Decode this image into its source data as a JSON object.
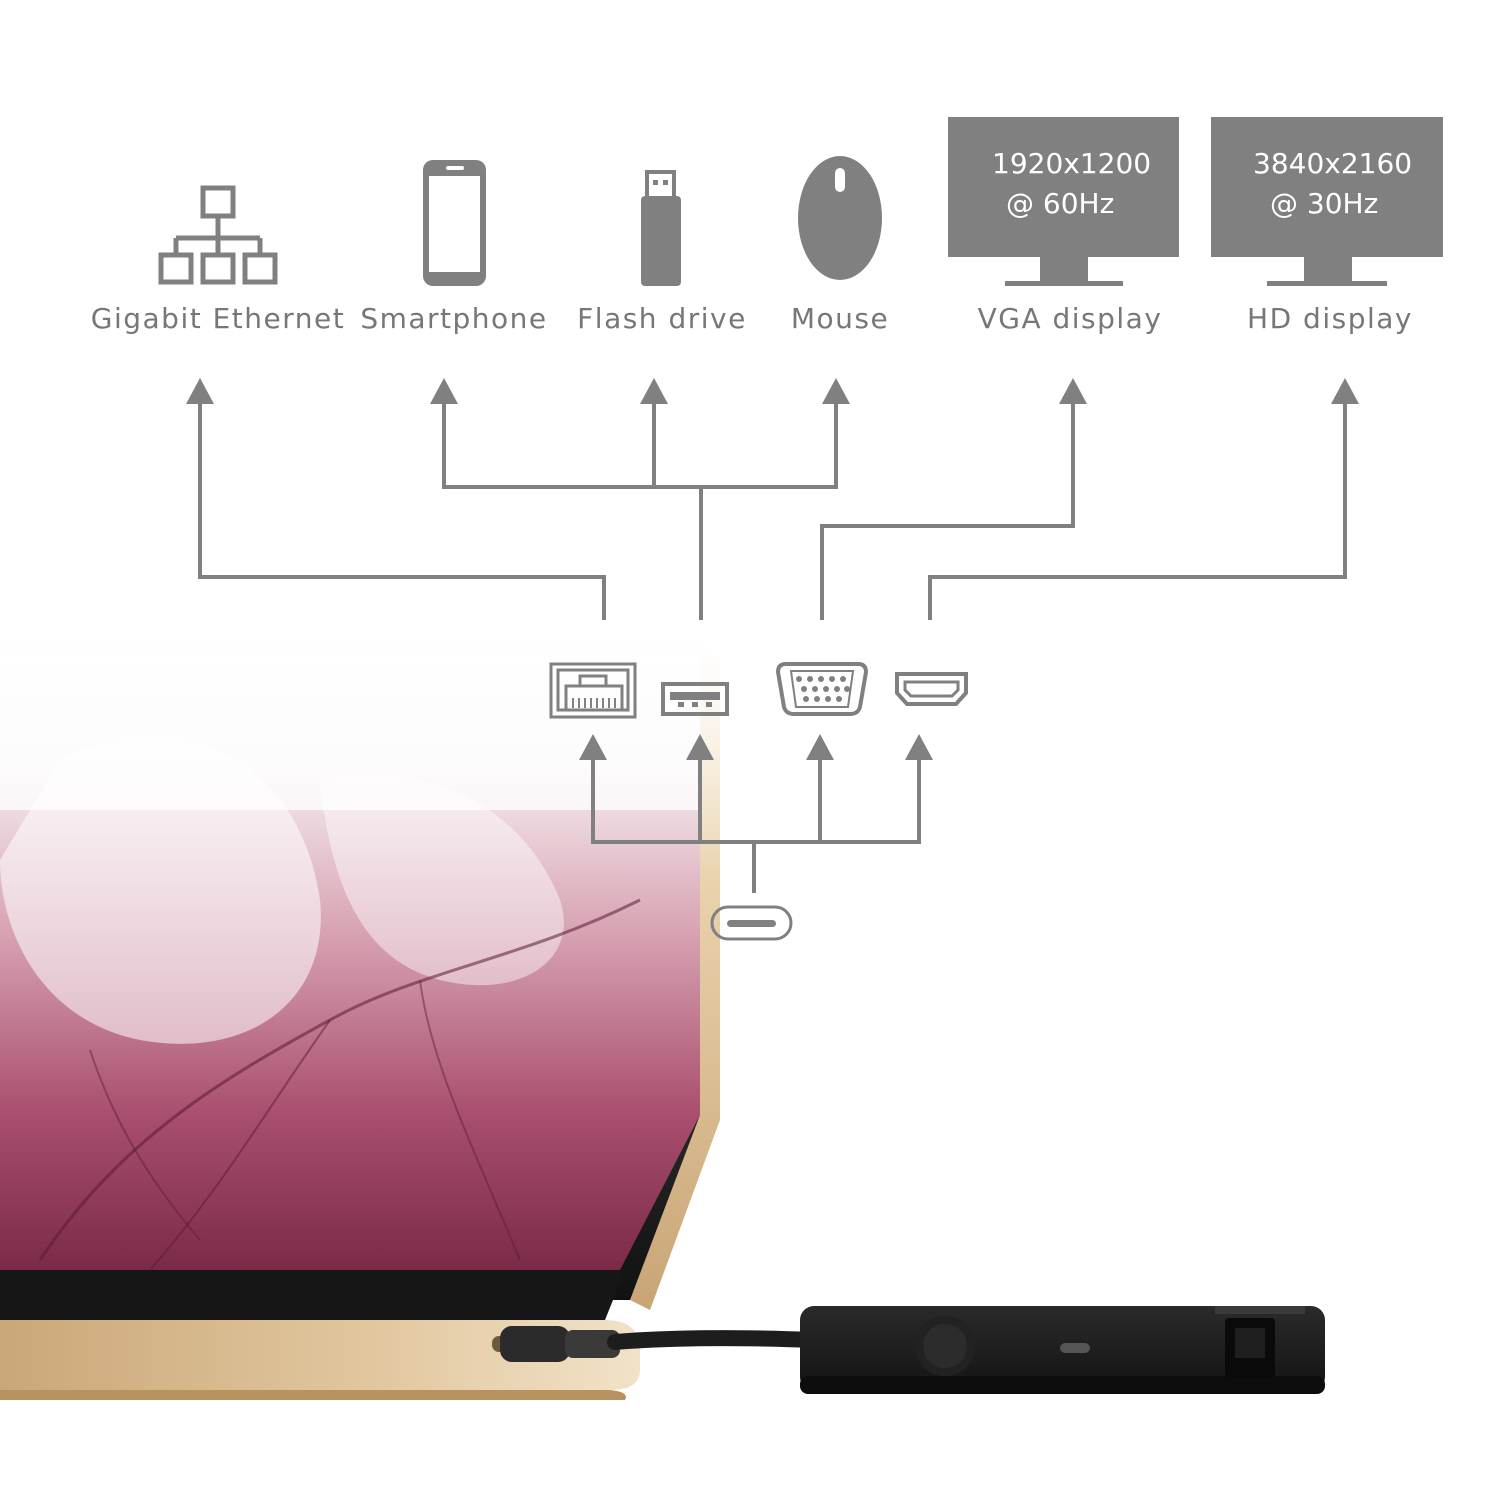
{
  "devices": [
    {
      "label": "Gigabit Ethernet",
      "icon": "network-icon"
    },
    {
      "label": "Smartphone",
      "icon": "smartphone-icon"
    },
    {
      "label": "Flash drive",
      "icon": "usb-flash-drive-icon"
    },
    {
      "label": "Mouse",
      "icon": "mouse-icon"
    },
    {
      "label": "VGA display",
      "icon": "monitor-icon",
      "resolution": "1920x1200",
      "refresh": "@ 60Hz"
    },
    {
      "label": "HD display",
      "icon": "monitor-icon",
      "resolution": "3840x2160",
      "refresh": "@ 30Hz"
    }
  ],
  "ports": [
    "ethernet-port-icon",
    "usb-a-port-icon",
    "vga-port-icon",
    "hdmi-port-icon",
    "usb-c-port-icon"
  ],
  "colors": {
    "icon": "#808080",
    "line": "#808080",
    "text": "#777777",
    "dock": "#1c1c1c",
    "laptop": "#d6b98e",
    "screen": "#b05070"
  }
}
